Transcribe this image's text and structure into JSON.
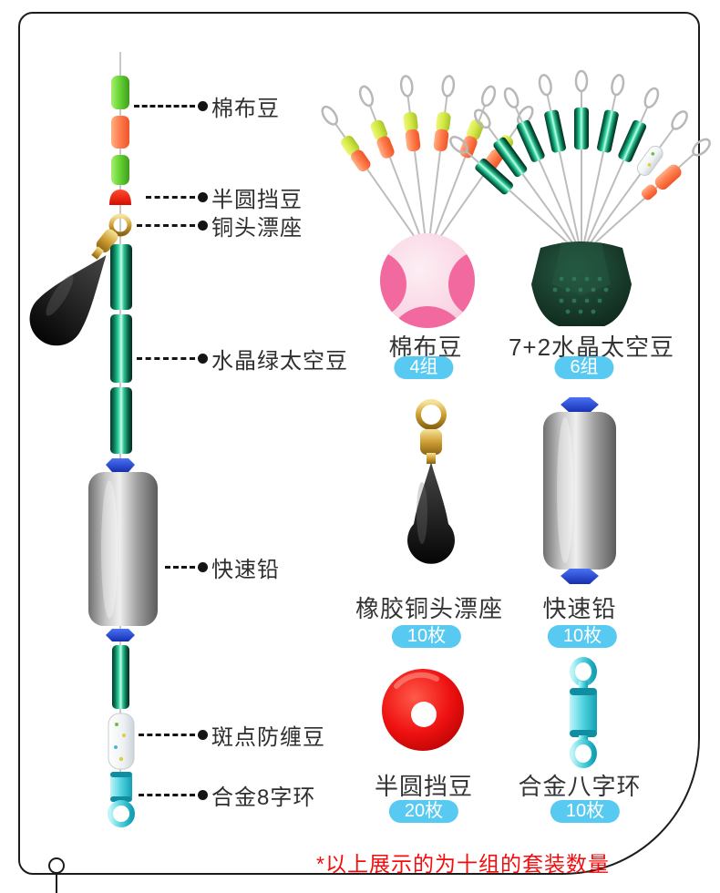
{
  "rig": {
    "labels": [
      {
        "text": "棉布豆"
      },
      {
        "text": "半圆挡豆"
      },
      {
        "text": "铜头漂座"
      },
      {
        "text": "水晶绿太空豆"
      },
      {
        "text": "快速铅"
      },
      {
        "text": "斑点防缠豆"
      },
      {
        "text": "合金8字环"
      }
    ]
  },
  "products": [
    {
      "name": "棉布豆",
      "qty": "4组"
    },
    {
      "name": "7+2水晶太空豆",
      "qty": "6组"
    },
    {
      "name": "橡胶铜头漂座",
      "qty": "10枚"
    },
    {
      "name": "快速铅",
      "qty": "10枚"
    },
    {
      "name": "半圆挡豆",
      "qty": "20枚"
    },
    {
      "name": "合金八字环",
      "qty": "10枚"
    }
  ],
  "footnote": {
    "text": "*以上展示的为十组的套装数量"
  },
  "colors": {
    "badge": "#58c9f1",
    "footnote_red": "#f50d0d",
    "label_text": "#333333",
    "frame": "#1c1c1c"
  }
}
